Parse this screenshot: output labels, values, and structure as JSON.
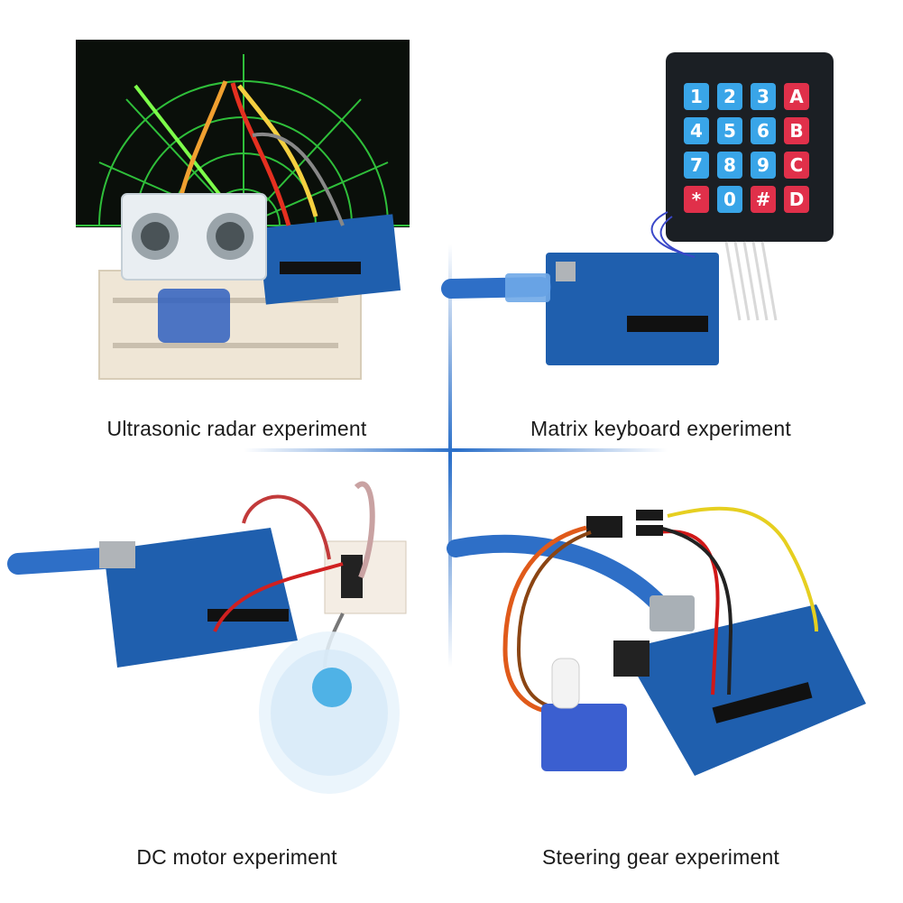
{
  "panels": [
    {
      "caption": "Ultrasonic radar experiment"
    },
    {
      "caption": "Matrix keyboard experiment"
    },
    {
      "caption": "DC motor experiment"
    },
    {
      "caption": "Steering gear experiment"
    }
  ],
  "keypad": {
    "keys": [
      "1",
      "2",
      "3",
      "A",
      "4",
      "5",
      "6",
      "B",
      "7",
      "8",
      "9",
      "C",
      "*",
      "0",
      "#",
      "D"
    ]
  },
  "colors": {
    "board": "#1f5fae",
    "radar_bg": "#0a0f0a",
    "radar_line": "#2fbf3a",
    "key_blue": "#39a5e8",
    "key_red": "#e0304a",
    "divider": "#2a6fc9"
  }
}
